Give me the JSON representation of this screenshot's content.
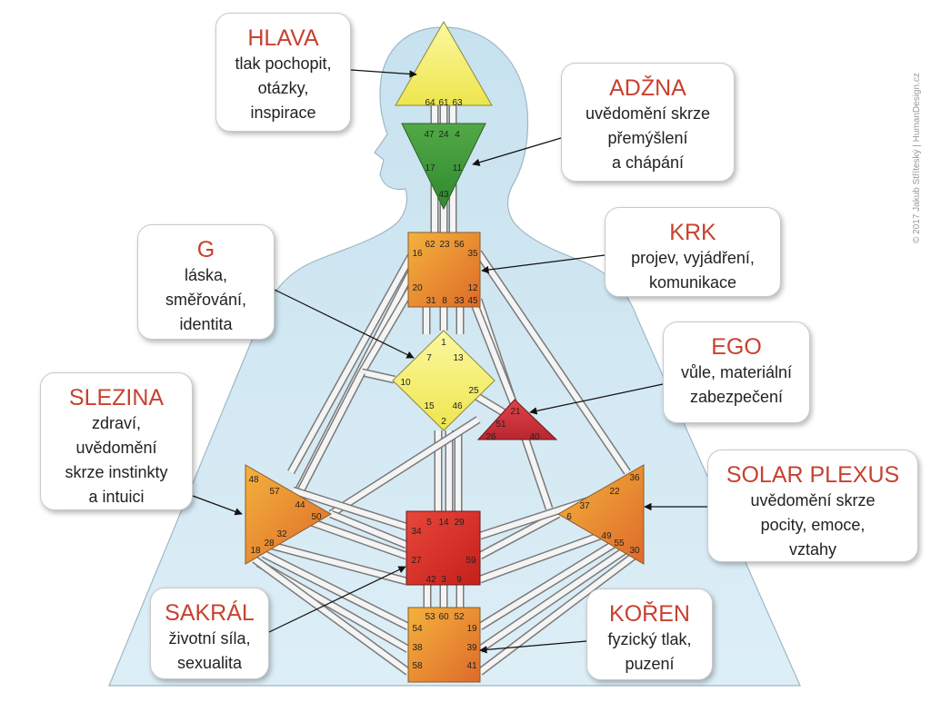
{
  "colors": {
    "background": "#ffffff",
    "body_fill": "#cfe6f1",
    "title_red": "#c8412f",
    "head_yellow": "#f6f277",
    "ajna_green": "#3f9b3a",
    "throat_orange": "#e9962f",
    "g_yellow": "#f6f070",
    "ego_red": "#d1323a",
    "sacral_red": "#d92d1f",
    "channel_grey": "#7a7a7a"
  },
  "labels": {
    "hlava": {
      "title": "HLAVA",
      "desc": "tlak pochopit,\notázky,\ninspirace"
    },
    "adzna": {
      "title": "ADŽNA",
      "desc": "uvědomění skrze\npřemýšlení\na chápání"
    },
    "krk": {
      "title": "KRK",
      "desc": "projev, vyjádření,\nkomunikace"
    },
    "g": {
      "title": "G",
      "desc": "láska,\nsměřování,\nidentita"
    },
    "ego": {
      "title": "EGO",
      "desc": "vůle, materiální\nzabezpečení"
    },
    "slezina": {
      "title": "SLEZINA",
      "desc": "zdraví,\nuvědomění\nskrze instinkty\na intuici"
    },
    "solar_plexus": {
      "title": "SOLAR PLEXUS",
      "desc": "uvědomění skrze\npocity, emoce,\nvztahy"
    },
    "sakral": {
      "title": "SAKRÁL",
      "desc": "životní síla,\nsexualita"
    },
    "koren": {
      "title": "KOŘEN",
      "desc": "fyzický tlak,\npuzení"
    }
  },
  "copyright": "© 2017 Jakub Stříteský | HumanDesign.cz",
  "centers": {
    "head": {
      "gates": [
        "64",
        "61",
        "63"
      ]
    },
    "ajna": {
      "gates": [
        "47",
        "24",
        "4",
        "17",
        "11",
        "43"
      ]
    },
    "throat": {
      "gates": [
        "62",
        "23",
        "56",
        "16",
        "35",
        "20",
        "12",
        "31",
        "8",
        "33",
        "45"
      ]
    },
    "g": {
      "gates": [
        "1",
        "7",
        "13",
        "10",
        "25",
        "15",
        "46",
        "2"
      ]
    },
    "ego": {
      "gates": [
        "21",
        "51",
        "26",
        "40"
      ]
    },
    "spleen": {
      "gates": [
        "48",
        "57",
        "44",
        "50",
        "32",
        "28",
        "18"
      ]
    },
    "solar_plexus": {
      "gates": [
        "36",
        "22",
        "37",
        "6",
        "49",
        "55",
        "30"
      ]
    },
    "sacral": {
      "gates": [
        "5",
        "14",
        "29",
        "34",
        "27",
        "59",
        "42",
        "3",
        "9"
      ]
    },
    "root": {
      "gates": [
        "53",
        "60",
        "52",
        "54",
        "19",
        "38",
        "39",
        "58",
        "41"
      ]
    }
  }
}
